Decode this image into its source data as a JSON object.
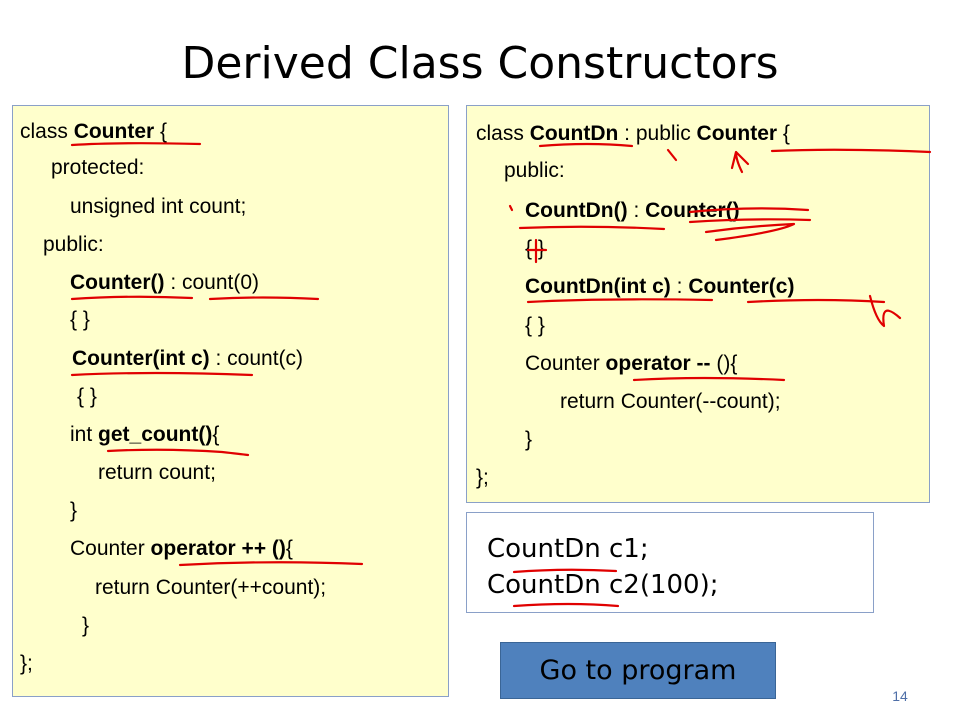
{
  "slide": {
    "title": "Derived Class Constructors",
    "page_number": "14",
    "button_label": "Go to program"
  },
  "counter_code": {
    "l1_a": "class ",
    "l1_b": "Counter",
    "l1_c": " {",
    "l2": "protected:",
    "l3": "unsigned int count;",
    "l4": "public:",
    "l5_a": "Counter()",
    "l5_b": " : count(0)",
    "l6": "{ }",
    "l7_a": "Counter(int c)",
    "l7_b": " : count(c)",
    "l8": "{ }",
    "l9_a": "int ",
    "l9_b": "get_count()",
    "l9_c": "{",
    "l10": "return count;",
    "l11": "}",
    "l12_a": "Counter ",
    "l12_b": "operator ++ ()",
    "l12_c": "{",
    "l13": "return Counter(++count);",
    "l14": "}",
    "l15": "};"
  },
  "countdn_code": {
    "l1_a": "class ",
    "l1_b": "CountDn",
    "l1_c": " : public ",
    "l1_d": "Counter",
    "l1_e": " {",
    "l2": "public:",
    "l3_a": "CountDn()",
    "l3_b": " : ",
    "l3_c": "Counter()",
    "l4": "{ }",
    "l5_a": "CountDn(int c)",
    "l5_b": " : ",
    "l5_c": "Counter(c)",
    "l6": "{ }",
    "l7_a": "Counter ",
    "l7_b": "operator --",
    "l7_c": " (){",
    "l8": "return Counter(--count);",
    "l9": "}",
    "l10": "};"
  },
  "declarations": {
    "line1": "CountDn c1;",
    "line2": "CountDn c2(100);"
  },
  "colors": {
    "code_background": "#ffffcc",
    "button_background": "#4f81bd",
    "annotation_ink": "#e00000"
  }
}
